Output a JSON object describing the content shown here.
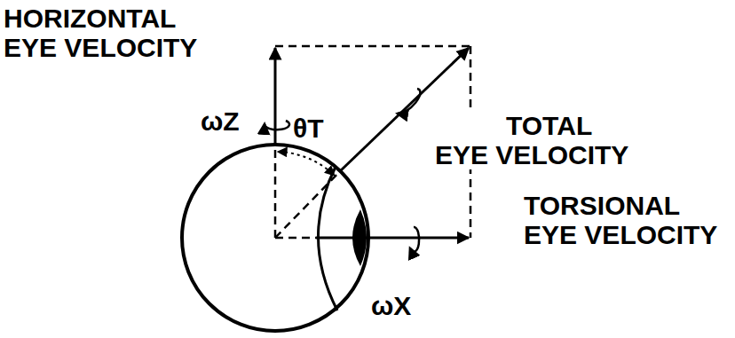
{
  "diagram": {
    "labels": [
      "HORIZONTAL EYE VELOCITY",
      "ωZ",
      "θT",
      "TOTAL EYE VELOCITY",
      "TORSIONAL EYE VELOCITY",
      "ωX"
    ]
  }
}
